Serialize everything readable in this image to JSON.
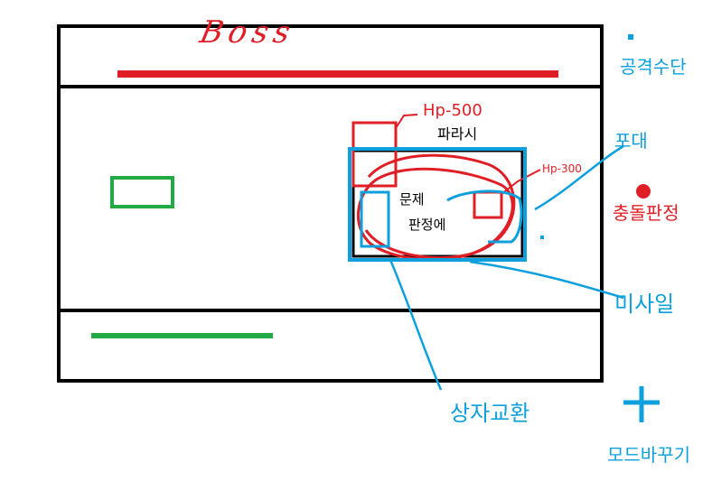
{
  "boss": {
    "title": "Boss"
  },
  "labels": {
    "hp_500": "Hp-500",
    "parasite": "파라시",
    "hp_300": "Hp-300",
    "problem_line1": "문제",
    "problem_line2": "판정에",
    "attack_means": "공격수단",
    "cannon": "포대",
    "collision": "충돌판정",
    "missile": "미사일",
    "mutual_exchange": "상자교환",
    "mode_switch": "모드바꾸기"
  },
  "colors": {
    "frame": "#000000",
    "boss_hp": "#e01e26",
    "annotation_blue": "#0ea0dc",
    "player": "#22aa44"
  }
}
